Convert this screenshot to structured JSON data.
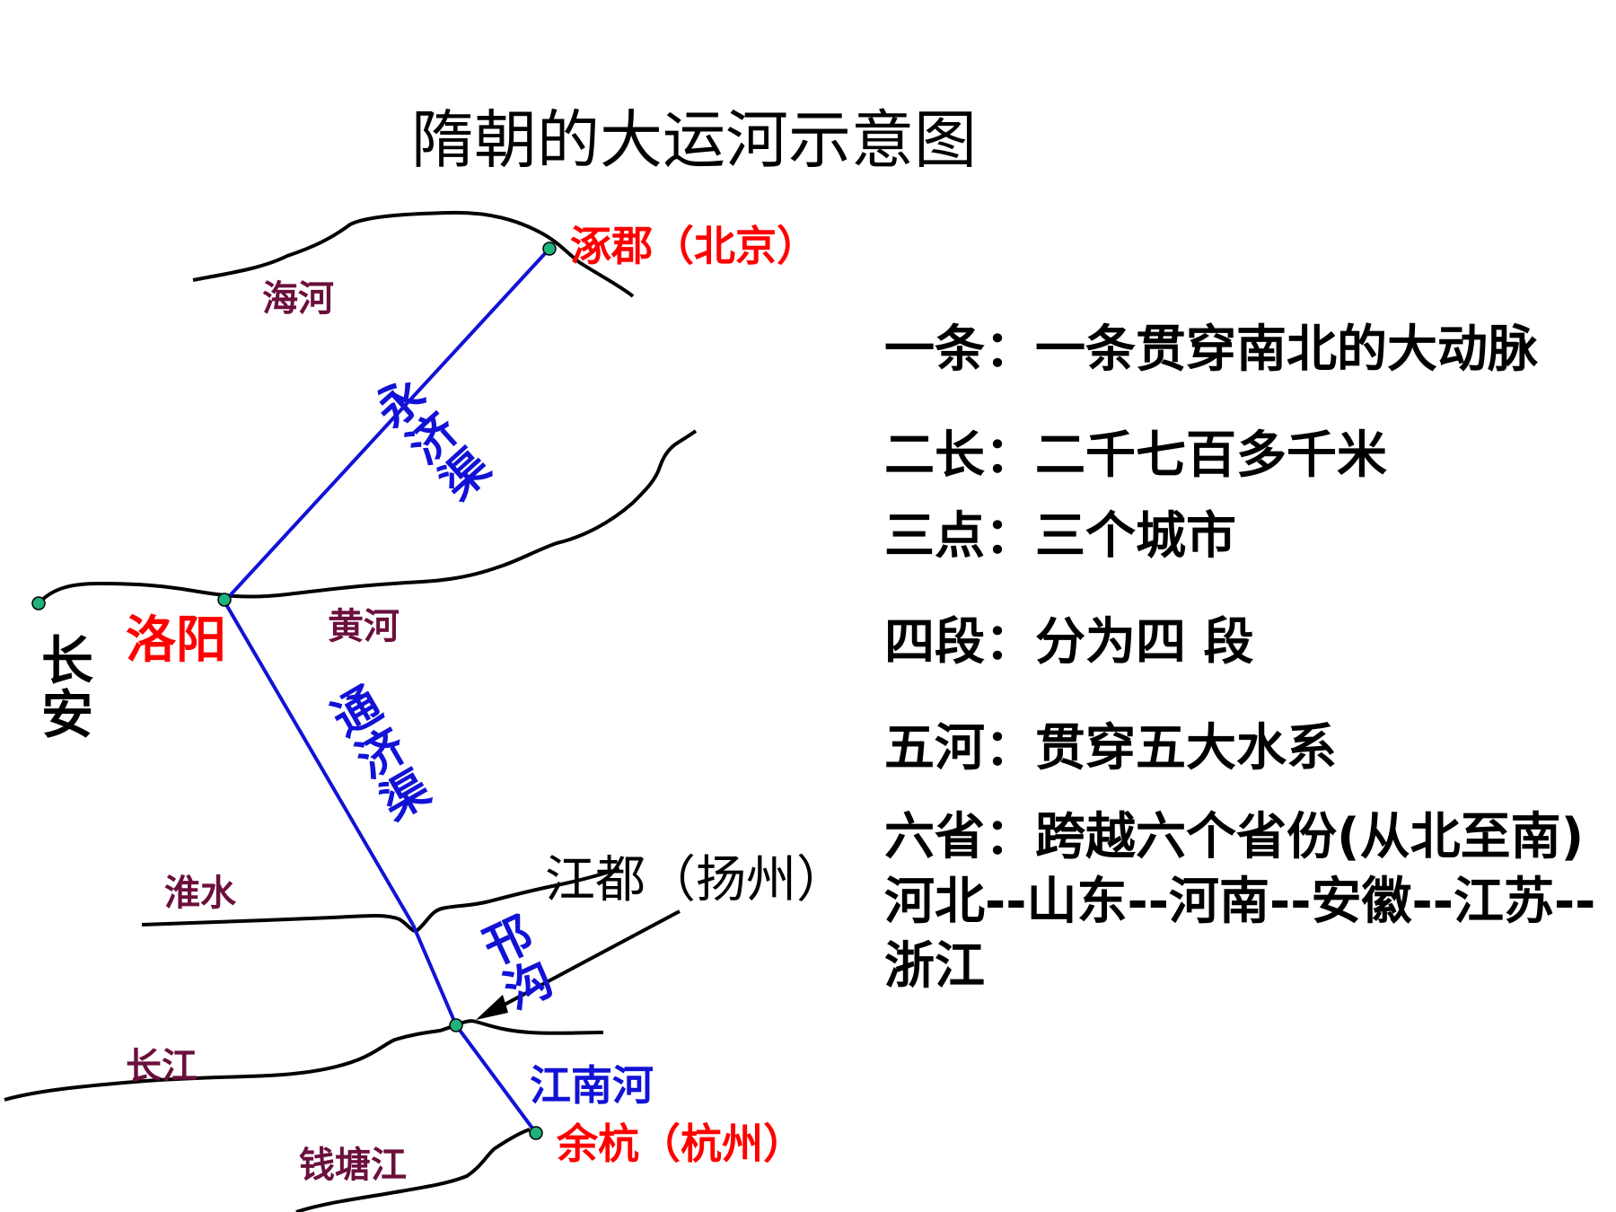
{
  "title": "隋朝的大运河示意图",
  "cities": {
    "zhuojun": "涿郡（北京）",
    "luoyang": "洛阳",
    "changan": "长安",
    "jiangdu": "江都（扬州）",
    "yuhang": "余杭（杭州）"
  },
  "rivers": {
    "haihe": "海河",
    "huanghe": "黄河",
    "huaishui": "淮水",
    "changjiang": "长江",
    "qiantangjiang": "钱塘江"
  },
  "canals": {
    "yongjiqu": "永济渠",
    "tongjiqu": "通济渠",
    "hangou": "邗沟",
    "jiangnanhe": "江南河"
  },
  "facts": [
    "一条：一条贯穿南北的大动脉",
    "二长：二千七百多千米",
    "三点：三个城市",
    "四段：分为四 段",
    "五河：贯穿五大水系",
    "六省：跨越六个省份(从北至南)河北--山东--河南--安徽--江苏--浙江"
  ],
  "colors": {
    "city": "#ff0000",
    "river_label": "#6b0f3c",
    "canal": "#1212d6",
    "dot": "#1fb27a"
  }
}
